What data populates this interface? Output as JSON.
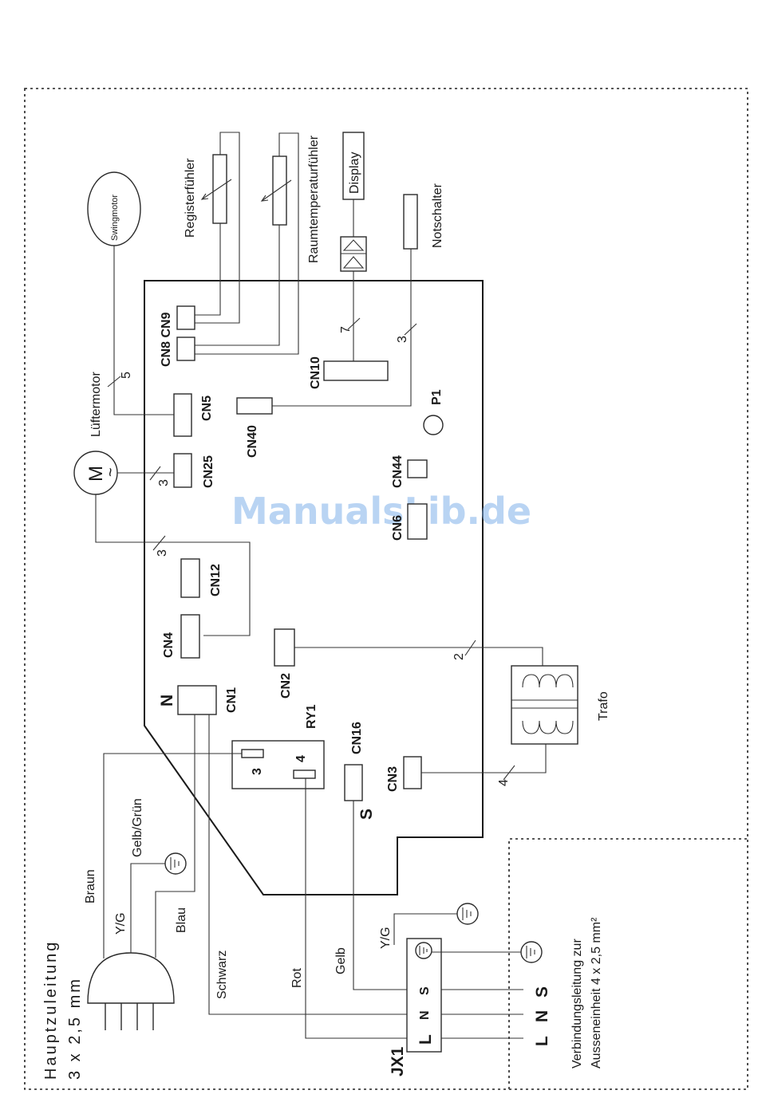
{
  "labels": {
    "hauptzuleitung": "Hauptzuleitung",
    "querschnitt": "3 x 2,5 mm",
    "braun": "Braun",
    "gelb_gruen": "Gelb/Grün",
    "yg": "Y/G",
    "blau": "Blau",
    "schwarz": "Schwarz",
    "rot": "Rot",
    "gelb": "Gelb",
    "luftermotor": "Lüftermotor",
    "swingmotor": "Swingmotor",
    "registerfuhler": "Registerfühler",
    "raumtemperaturfuhler": "Raumtemperaturfühler",
    "display": "Display",
    "notschalter": "Notschalter",
    "trafo": "Trafo",
    "verbindung1": "Verbindungsleitung zur",
    "verbindung2": "Ausseneinheit 4 x 2,5 mm²",
    "jx1": "JX1",
    "motor_m": "M",
    "motor_tilde": "~",
    "p1": "P1",
    "relay": "RY1",
    "relay_pin3": "3",
    "relay_pin4": "4",
    "n_big": "N",
    "s_big": "S",
    "watermark": "ManualsLib.de"
  },
  "connectors": {
    "cn1": "CN1",
    "cn2": "CN2",
    "cn3": "CN3",
    "cn4": "CN4",
    "cn5": "CN5",
    "cn8": "CN8",
    "cn9": "CN9",
    "cn10": "CN10",
    "cn12": "CN12",
    "cn16": "CN16",
    "cn25": "CN25",
    "cn40": "CN40",
    "cn44": "CN44",
    "cn6": "CN6"
  },
  "wire_counts": {
    "swing": "5",
    "motor": "3",
    "motor2": "3",
    "display": "7",
    "notschalter": "3",
    "cn2": "2",
    "cn3": "4"
  },
  "terminal": {
    "inner": [
      "L",
      "N",
      "S"
    ],
    "outer": [
      "L",
      "N",
      "S"
    ]
  }
}
